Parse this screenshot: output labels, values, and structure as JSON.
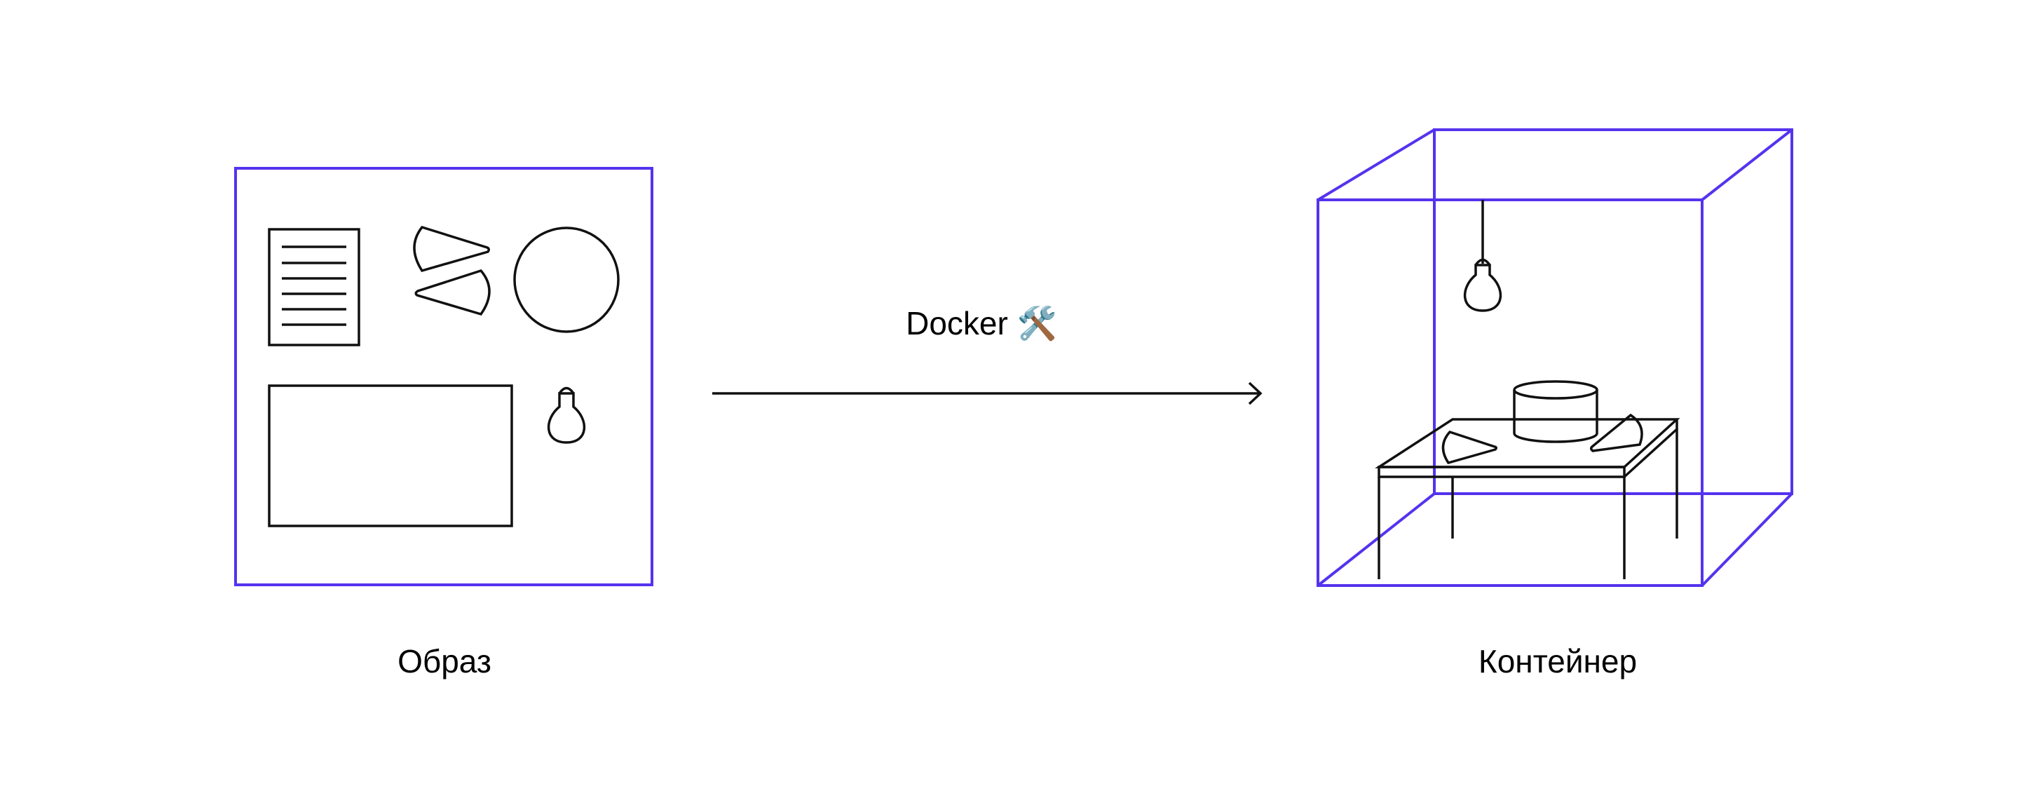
{
  "diagram": {
    "image_label": "Образ",
    "container_label": "Контейнер",
    "arrow_label": "Docker 🛠️",
    "colors": {
      "frame": "#5533ee",
      "stroke": "#111111",
      "background": "#ffffff"
    }
  }
}
